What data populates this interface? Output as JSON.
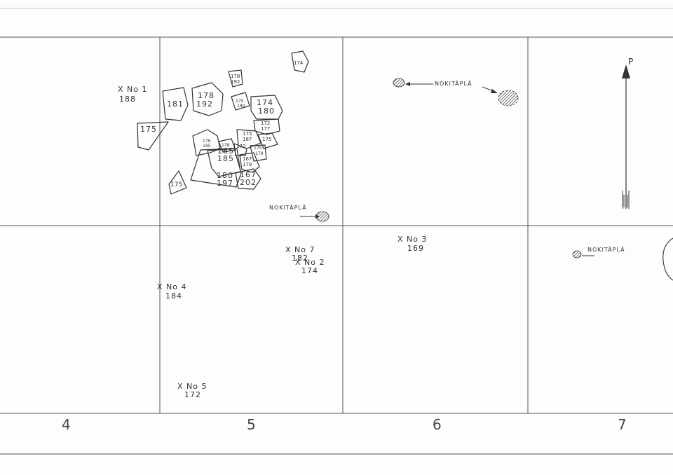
{
  "map": {
    "column_numbers": [
      "4",
      "5",
      "6",
      "7"
    ],
    "north_label": "P",
    "spring_label": "NOKITÄPLÄ",
    "markers": [
      {
        "id": "1",
        "label": "X No 1",
        "value": "188"
      },
      {
        "id": "2",
        "label": "X No 2",
        "value": "174"
      },
      {
        "id": "3",
        "label": "X No 3",
        "value": "169"
      },
      {
        "id": "4",
        "label": "X No 4",
        "value": "184"
      },
      {
        "id": "5",
        "label": "X No 5",
        "value": "172"
      },
      {
        "id": "7",
        "label": "X No 7",
        "value": "182"
      }
    ],
    "stones": [
      {
        "line1": "181"
      },
      {
        "line1": "178",
        "line2": "192"
      },
      {
        "line1": "175"
      },
      {
        "line1": "175"
      },
      {
        "line1": "174"
      },
      {
        "line1": "178",
        "line2": "192"
      },
      {
        "line1": "175",
        "line2": "180"
      },
      {
        "line1": "174",
        "line2": "180"
      },
      {
        "line1": "172",
        "line2": "177"
      },
      {
        "line1": "175",
        "line2": "187"
      },
      {
        "line1": "175"
      },
      {
        "line1": "176",
        "line2": "185"
      },
      {
        "line1": "178"
      },
      {
        "line1": "172"
      },
      {
        "line1": "165",
        "line2": "185"
      },
      {
        "line1": "175",
        "line2": "179"
      },
      {
        "line1": "167",
        "line2": "179"
      },
      {
        "line1": "180",
        "line2": "197"
      },
      {
        "line1": "167",
        "line2": "202"
      }
    ]
  },
  "colors": {
    "ink": "#333333",
    "grid": "#555555",
    "paper": "#fdfdfc"
  }
}
